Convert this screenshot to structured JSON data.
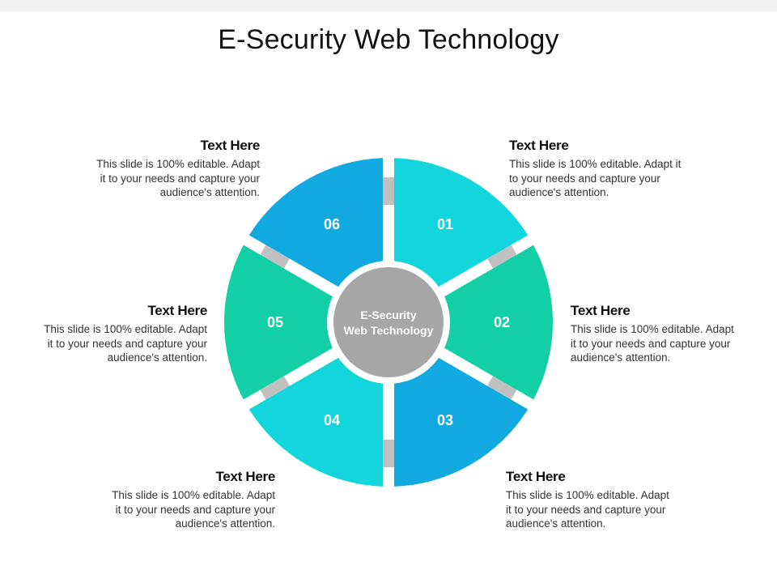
{
  "page": {
    "title": "E-Security Web Technology"
  },
  "hub": {
    "line1": "E-Security",
    "line2": "Web Technology",
    "color": "#a6a6a6"
  },
  "connector_color": "#c0c0c0",
  "segments": [
    {
      "number": "01",
      "color": "#13d5dc"
    },
    {
      "number": "02",
      "color": "#12cfa6"
    },
    {
      "number": "03",
      "color": "#10a9e0"
    },
    {
      "number": "04",
      "color": "#13d5dc"
    },
    {
      "number": "05",
      "color": "#12cfa6"
    },
    {
      "number": "06",
      "color": "#10a9e0"
    }
  ],
  "blocks": [
    {
      "heading": "Text Here",
      "line1": "This slide is 100% editable. Adapt it",
      "line2": "to your needs and capture your",
      "line3": "audience's attention."
    },
    {
      "heading": "Text Here",
      "line1": "This slide is 100% editable. Adapt",
      "line2": "it to your needs and capture your",
      "line3": "audience's attention."
    },
    {
      "heading": "Text Here",
      "line1": "This slide is 100% editable. Adapt",
      "line2": "it to your needs and capture your",
      "line3": "audience's attention."
    },
    {
      "heading": "Text Here",
      "line1": "This slide is 100% editable. Adapt",
      "line2": "it to your needs and capture your",
      "line3": "audience's attention."
    },
    {
      "heading": "Text Here",
      "line1": "This slide is 100% editable. Adapt",
      "line2": "it to your needs and capture your",
      "line3": "audience's attention."
    },
    {
      "heading": "Text Here",
      "line1": "This slide is 100% editable. Adapt",
      "line2": "it to your needs and capture your",
      "line3": "audience's attention."
    }
  ]
}
